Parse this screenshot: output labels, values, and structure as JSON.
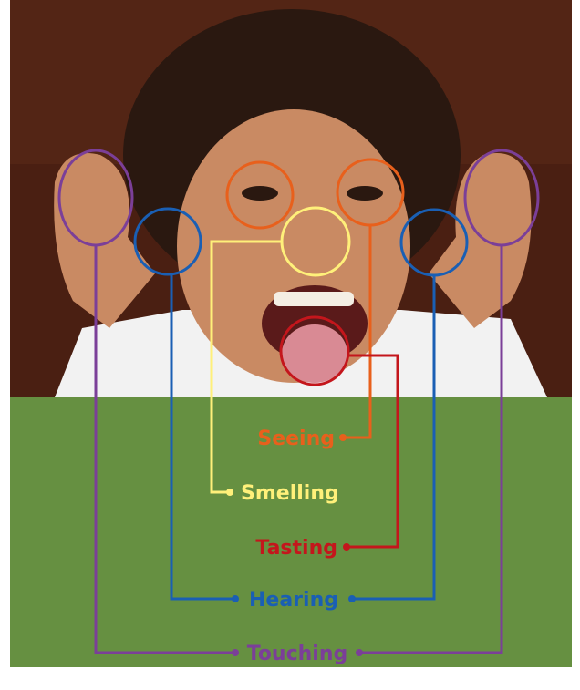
{
  "photo": {
    "description_icon": "child-face-photo",
    "background_color": "#4a1f12",
    "skin_color": "#c98a63",
    "hair_color": "#2a1810",
    "shirt_color": "#f2f2f2"
  },
  "panel": {
    "color": "#669041"
  },
  "senses": [
    {
      "key": "seeing",
      "label": "Seeing",
      "color": "#e8601c"
    },
    {
      "key": "smelling",
      "label": "Smelling",
      "color": "#fff07a"
    },
    {
      "key": "tasting",
      "label": "Tasting",
      "color": "#c4161c"
    },
    {
      "key": "hearing",
      "label": "Hearing",
      "color": "#1a5fb4"
    },
    {
      "key": "touching",
      "label": "Touching",
      "color": "#7b3f98"
    }
  ]
}
